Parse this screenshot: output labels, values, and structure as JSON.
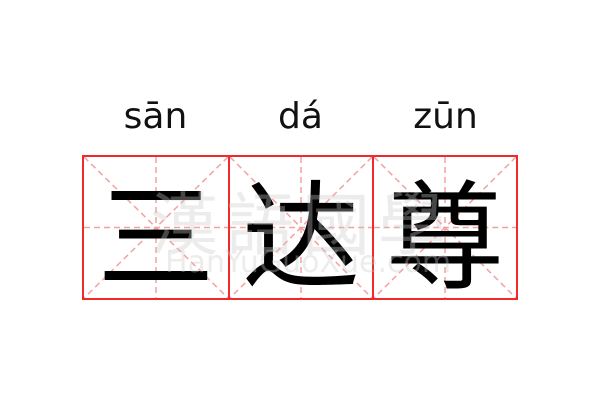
{
  "pinyin": [
    "sān",
    "dá",
    "zūn"
  ],
  "characters": [
    "三",
    "达",
    "尊"
  ],
  "watermark": {
    "text": "漢語國學",
    "url": "HanYuGuoXue.com"
  },
  "colors": {
    "grid": "#f02a2a",
    "guide": "#f5a0a0"
  }
}
